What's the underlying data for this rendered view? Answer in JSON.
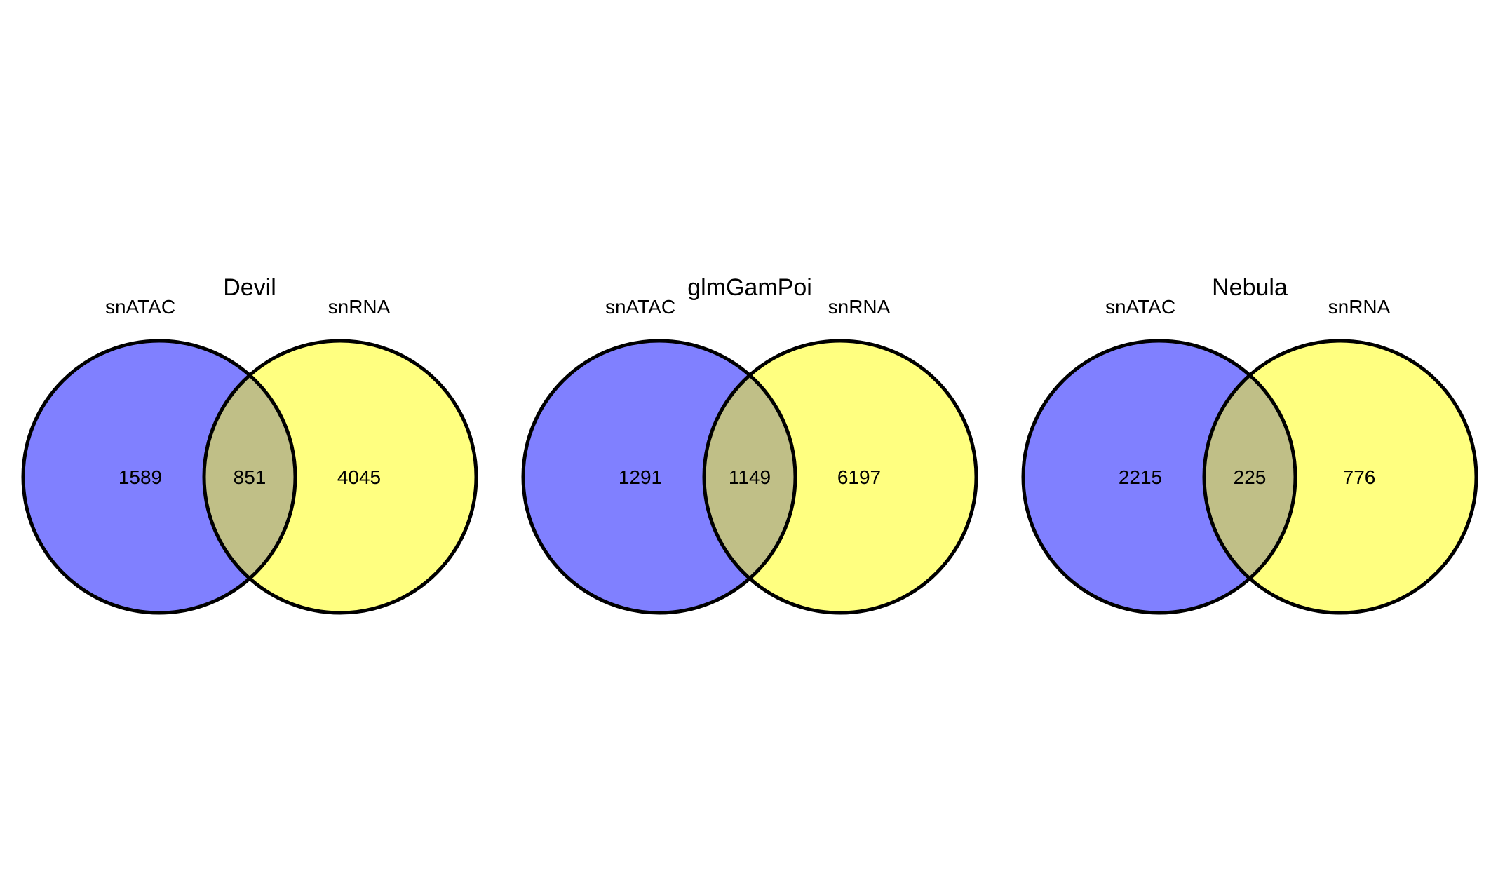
{
  "colors": {
    "left_set": "#8080ff",
    "right_set": "#ffff80",
    "overlap": "#c0bf87",
    "outline": "#000000",
    "background": "#ffffff"
  },
  "diagrams": [
    {
      "title": "Devil",
      "left_label": "snATAC",
      "right_label": "snRNA",
      "left_only": "1589",
      "overlap": "851",
      "right_only": "4045"
    },
    {
      "title": "glmGamPoi",
      "left_label": "snATAC",
      "right_label": "snRNA",
      "left_only": "1291",
      "overlap": "1149",
      "right_only": "6197"
    },
    {
      "title": "Nebula",
      "left_label": "snATAC",
      "right_label": "snRNA",
      "left_only": "2215",
      "overlap": "225",
      "right_only": "776"
    }
  ]
}
